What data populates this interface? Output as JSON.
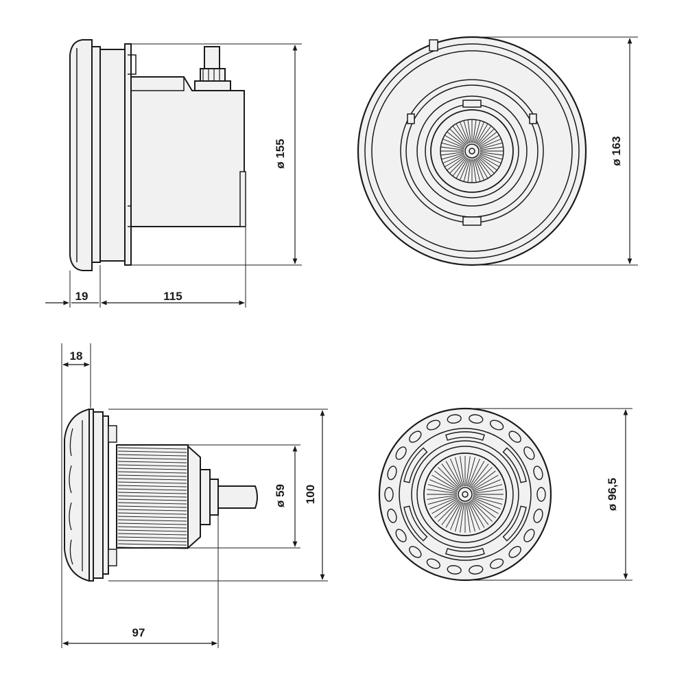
{
  "dimensions": {
    "top_side": {
      "depth_front": "19",
      "depth_body": "115",
      "diameter": "ø 155"
    },
    "top_front": {
      "diameter": "ø 163"
    },
    "bottom_side": {
      "flange": "18",
      "length": "97",
      "diameter_body": "ø 59",
      "diameter_flange": "100"
    },
    "bottom_front": {
      "diameter": "ø 96,5"
    }
  },
  "colors": {
    "line": "#1a1a1a",
    "fill": "#f1f1f1",
    "background": "#ffffff"
  }
}
